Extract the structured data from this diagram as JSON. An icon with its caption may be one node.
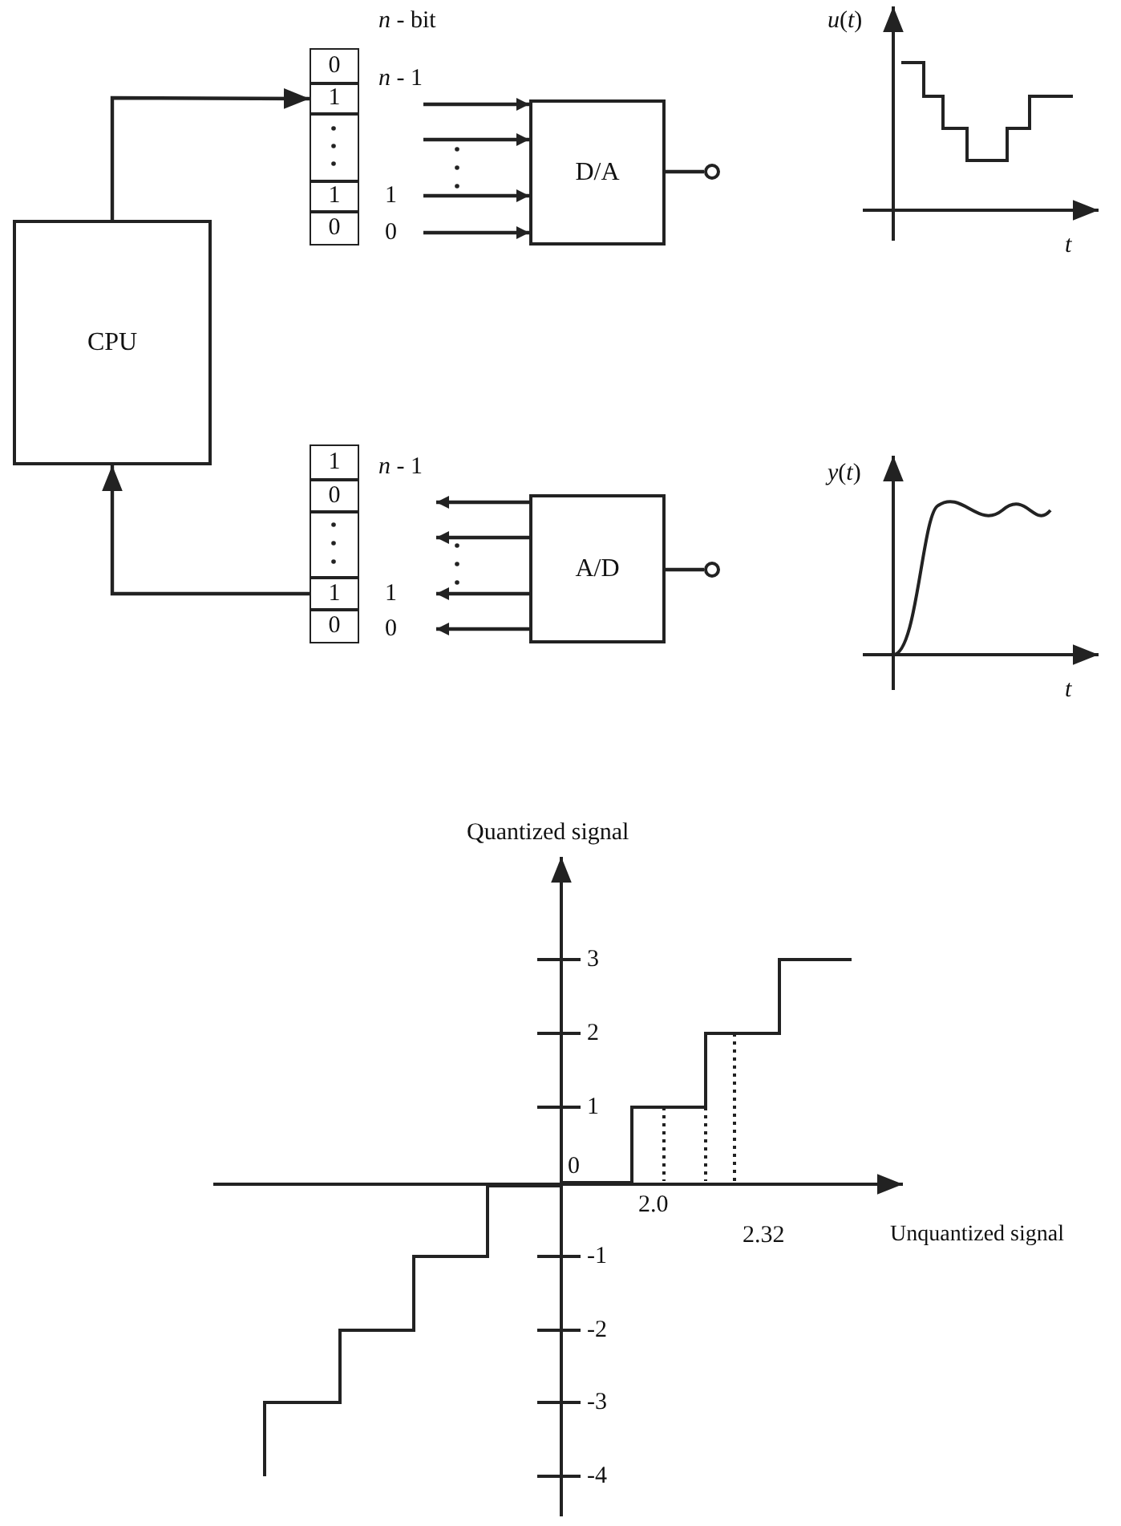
{
  "diagram": {
    "nodes": [
      {
        "text": [
          "CPU"
        ]
      },
      {
        "text": [],
        "shape": "box"
      },
      {
        "text": [
          "0"
        ],
        "in": 1
      },
      {
        "text": [
          "1"
        ],
        "in": 1
      },
      {
        "text": [],
        "shape": "box",
        "in": 1
      },
      {
        "text": [
          "1"
        ],
        "in": 1
      },
      {
        "text": [
          "0"
        ],
        "in": 1
      },
      {
        "text": [
          "D/A"
        ]
      },
      {
        "text": [],
        "shape": "circle"
      },
      {
        "text": [],
        "shape": "box"
      },
      {
        "text": [
          "1"
        ],
        "in": 9
      },
      {
        "text": [
          "0"
        ],
        "in": 9
      },
      {
        "text": [],
        "shape": "box",
        "in": 9
      },
      {
        "text": [
          "1"
        ],
        "in": 9
      },
      {
        "text": [
          "0"
        ],
        "in": 9
      },
      {
        "text": [
          "A/D"
        ]
      },
      {
        "text": [],
        "shape": "circle"
      }
    ],
    "edges": [
      {
        "from": 0,
        "to": 3,
        "arrow": "to"
      },
      {
        "from": null,
        "to": 7,
        "arrow": "to"
      },
      {
        "from": null,
        "to": 7,
        "arrow": "to"
      },
      {
        "from": null,
        "to": 7,
        "arrow": "to"
      },
      {
        "from": null,
        "to": 7,
        "arrow": "to"
      },
      {
        "from": 7,
        "to": 8,
        "arrow": "none"
      },
      {
        "from": 13,
        "to": 0,
        "arrow": "to"
      },
      {
        "from": 15,
        "to": null,
        "arrow": "to"
      },
      {
        "from": 15,
        "to": null,
        "arrow": "to"
      },
      {
        "from": 15,
        "to": null,
        "arrow": "to"
      },
      {
        "from": 15,
        "to": null,
        "arrow": "to"
      },
      {
        "from": 15,
        "to": 16,
        "arrow": "none"
      }
    ],
    "labels": [
      "*n* - bit",
      "*n* - 1",
      "1",
      "0",
      "*u*(*t*)",
      "t",
      "*n* - 1",
      "1",
      "0",
      "*y*(*t*)",
      "t",
      "Quantized signal",
      "3",
      "2",
      "1",
      "0",
      "-1",
      "-2",
      "-3",
      "-4",
      "2.0",
      "2.32",
      "Unquantized signal"
    ]
  }
}
